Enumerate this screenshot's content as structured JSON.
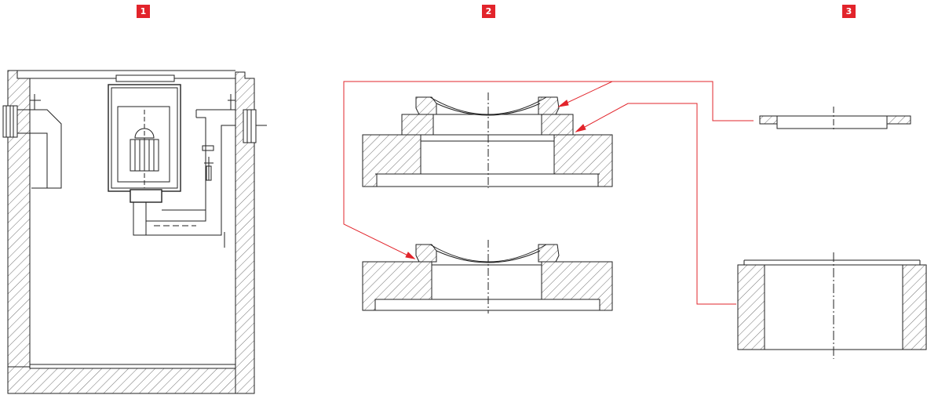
{
  "badges": {
    "one": "1",
    "two": "2",
    "three": "3"
  },
  "colors": {
    "badge": "#e2242b",
    "line": "#222222",
    "hatch": "#333333",
    "callout": "#e2242b"
  },
  "views": {
    "manhole_section": "shaft-section-with-pump",
    "cover_assembly": "cover-frame-on-ring",
    "components": "exploded-parts"
  }
}
